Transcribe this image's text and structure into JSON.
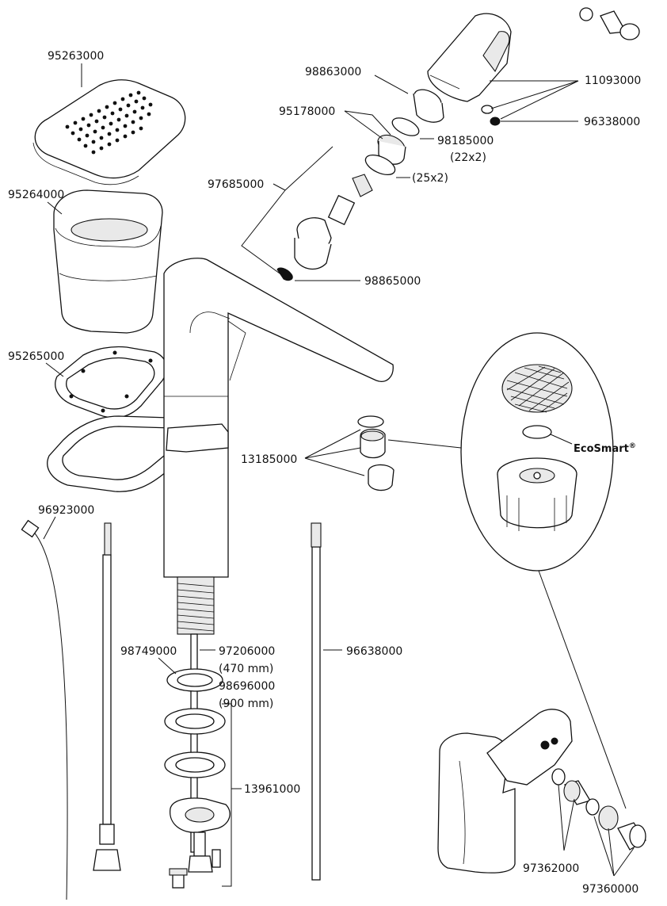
{
  "diagram": {
    "parts": [
      {
        "id": "p95263000",
        "number": "95263000"
      },
      {
        "id": "p95264000",
        "number": "95264000"
      },
      {
        "id": "p95265000",
        "number": "95265000"
      },
      {
        "id": "p96923000",
        "number": "96923000"
      },
      {
        "id": "p98863000",
        "number": "98863000"
      },
      {
        "id": "p95178000",
        "number": "95178000"
      },
      {
        "id": "p97685000",
        "number": "97685000"
      },
      {
        "id": "p98865000",
        "number": "98865000"
      },
      {
        "id": "p11093000",
        "number": "11093000"
      },
      {
        "id": "p96338000",
        "number": "96338000"
      },
      {
        "id": "p98185000",
        "number": "98185000",
        "note": "(22x2)"
      },
      {
        "id": "p_25x2",
        "number": "(25x2)"
      },
      {
        "id": "p13185000",
        "number": "13185000"
      },
      {
        "id": "p98749000",
        "number": "98749000"
      },
      {
        "id": "p97206000",
        "number": "97206000",
        "note": "(470 mm)"
      },
      {
        "id": "p98696000",
        "number": "98696000",
        "note": "(900 mm)"
      },
      {
        "id": "p96638000",
        "number": "96638000"
      },
      {
        "id": "p13961000",
        "number": "13961000"
      },
      {
        "id": "p97362000",
        "number": "97362000"
      },
      {
        "id": "p97360000",
        "number": "97360000"
      }
    ],
    "brand_label": "EcoSmart",
    "brand_mark": "®"
  }
}
